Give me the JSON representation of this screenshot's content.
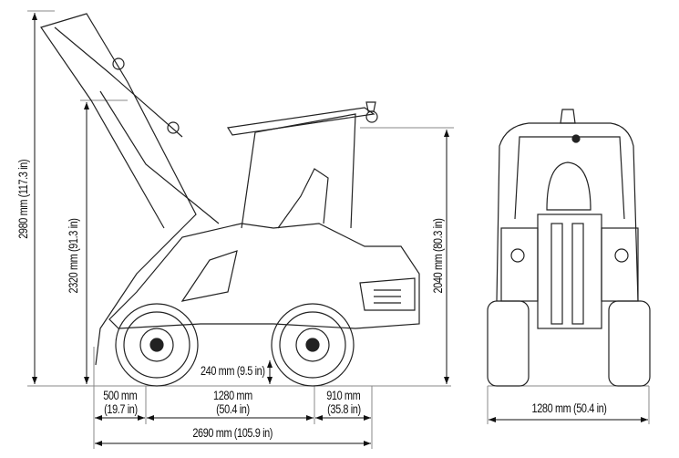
{
  "title": "Loader dimensions drawing",
  "dimensions": {
    "max_height_extended": "2980 mm (117.3 in)",
    "height_lift": "2320 mm (91.3 in)",
    "cab_height": "2040 mm (80.3 in)",
    "ground_clearance": "240 mm (9.5 in)",
    "front_overhang_mm": "500 mm",
    "front_overhang_in": "(19.7 in)",
    "wheelbase_mm": "1280 mm",
    "wheelbase_in": "(50.4 in)",
    "rear_overhang_mm": "910 mm",
    "rear_overhang_in": "(35.8 in)",
    "total_length": "2690 mm (105.9 in)",
    "width": "1280 mm (50.4 in)"
  }
}
